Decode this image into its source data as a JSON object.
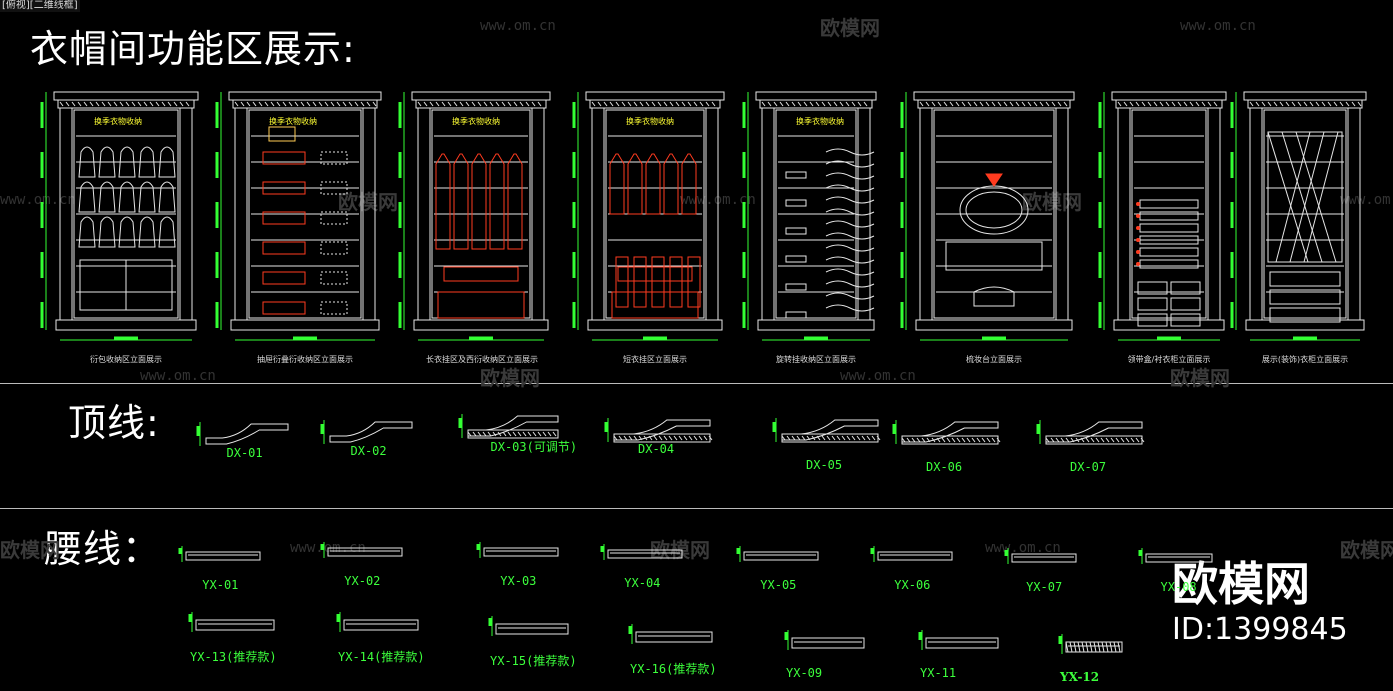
{
  "viewport_label": "[俯视][二维线框]",
  "sections": {
    "wardrobe_title": "衣帽间功能区展示:",
    "crown_title": "顶线:",
    "waist_title": "腰线："
  },
  "wardrobes": [
    {
      "caption": "衍包收纳区立面展示",
      "label": "换季衣物收纳"
    },
    {
      "caption": "抽屉衍叠衍收纳区立面展示",
      "label": "换季衣物收纳"
    },
    {
      "caption": "长衣挂区及西衍收纳区立面展示",
      "label": "换季衣物收纳"
    },
    {
      "caption": "短衣挂区立面展示",
      "label": "换季衣物收纳"
    },
    {
      "caption": "旋转挂收纳区立面展示",
      "label": "换季衣物收纳"
    },
    {
      "caption": "梳妆台立面展示",
      "label": ""
    },
    {
      "caption": "领带盒/衬衣柜立面展示",
      "label": ""
    },
    {
      "caption": "展示(装饰)衣柜立面展示",
      "label": ""
    }
  ],
  "crown_mouldings": [
    "DX-01",
    "DX-02",
    "DX-03(可调节)",
    "DX-04",
    "DX-05",
    "DX-06",
    "DX-07"
  ],
  "waist_mouldings_row1": [
    "YX-01",
    "YX-02",
    "YX-03",
    "YX-04",
    "YX-05",
    "YX-06",
    "YX-07",
    "YX-08"
  ],
  "waist_mouldings_row2": [
    "YX-13(推荐款)",
    "YX-14(推荐款)",
    "YX-15(推荐款)",
    "YX-16(推荐款)",
    "YX-09",
    "YX-11",
    "YX-12"
  ],
  "watermarks": {
    "url": "www.om.cn",
    "brand": "欧模网",
    "big_brand": "欧模网",
    "id": "ID:1399845"
  },
  "colors": {
    "background": "#000000",
    "line": "#e6e6e6",
    "dimension": "#33ff33",
    "accent": "#ff3b1f",
    "highlight": "#ffff33"
  }
}
